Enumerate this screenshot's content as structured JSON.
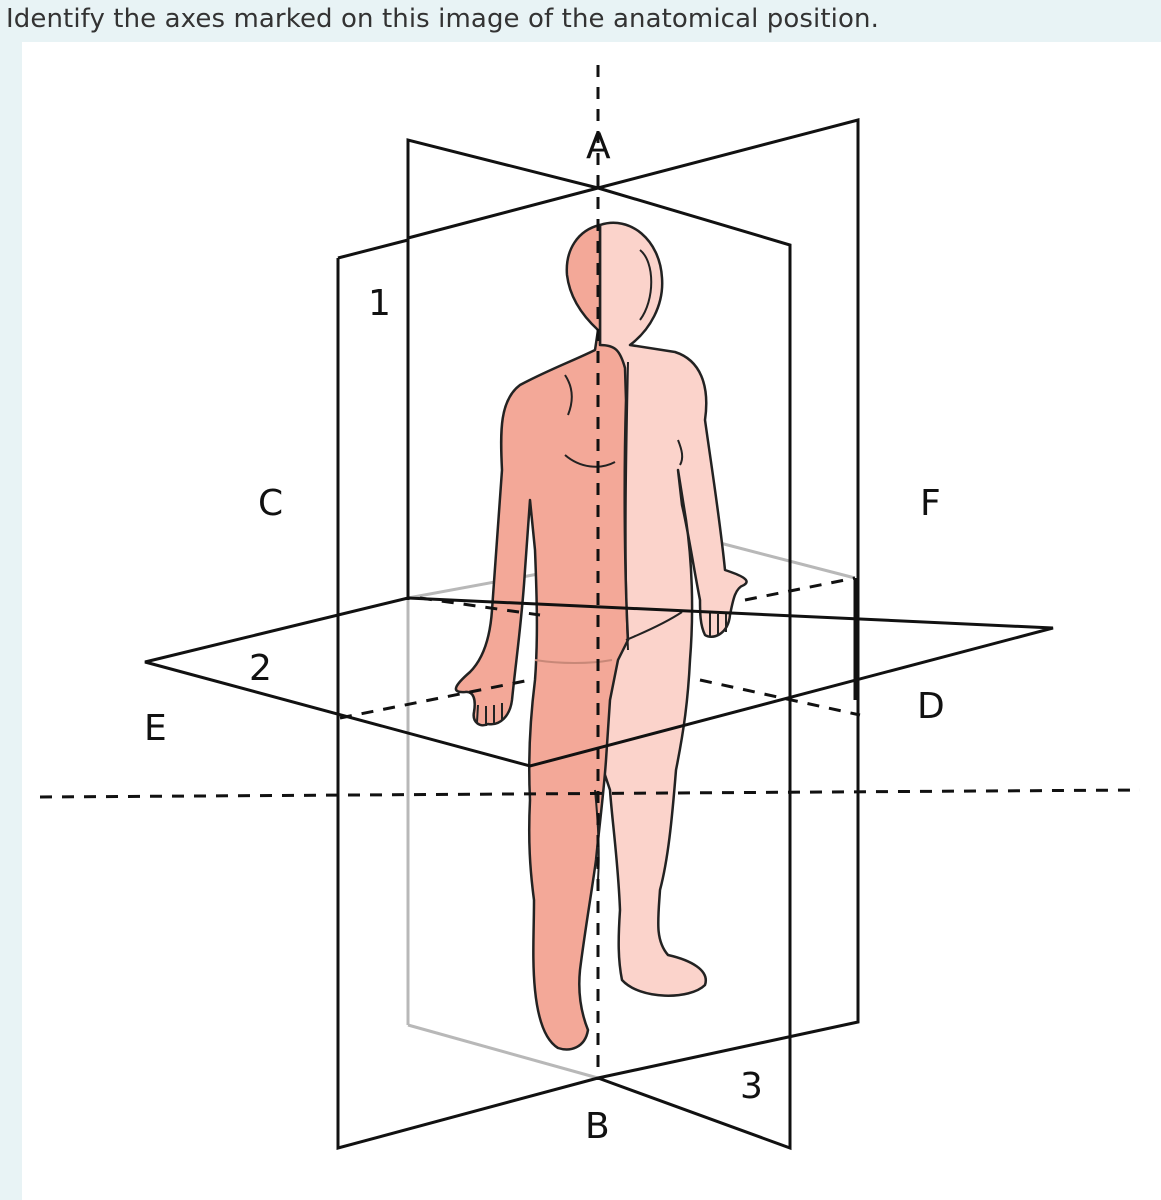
{
  "question": "Identify the axes marked on this image of the anatomical position.",
  "labels": {
    "axis_a": "A",
    "axis_b": "B",
    "axis_c": "C",
    "axis_d": "D",
    "axis_e": "E",
    "axis_f": "F",
    "plane_1": "1",
    "plane_2": "2",
    "plane_3": "3"
  },
  "colors": {
    "skin_dark": "#f2a898",
    "skin_light": "#f9cfc6",
    "line": "#111111"
  }
}
